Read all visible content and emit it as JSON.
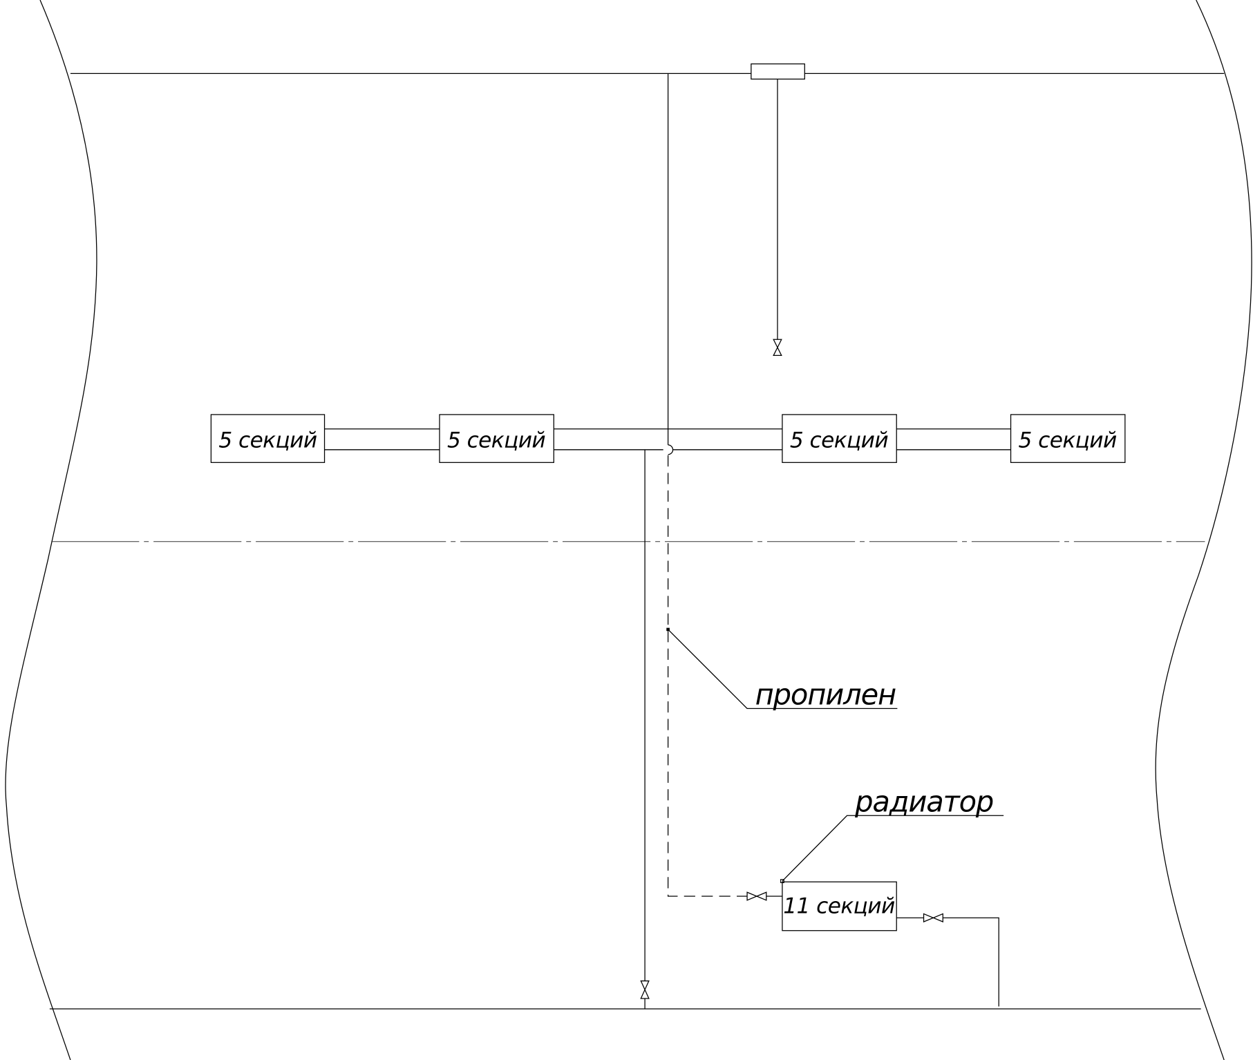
{
  "drawing": {
    "radiators_upper": [
      {
        "label": "5 секций"
      },
      {
        "label": "5 секций"
      },
      {
        "label": "5 секций"
      },
      {
        "label": "5 секций"
      }
    ],
    "radiator_lower": {
      "label": "11 секций"
    },
    "callouts": {
      "pipe_material": "пропилен",
      "radiator": "радиатор"
    }
  }
}
